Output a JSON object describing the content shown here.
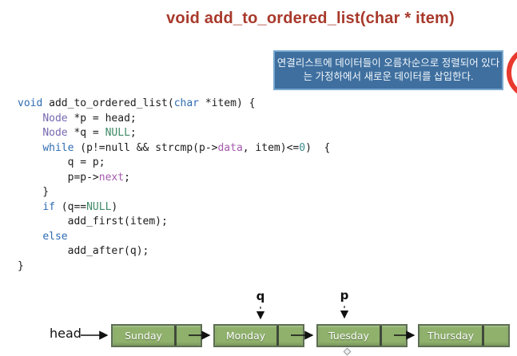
{
  "title": "void add_to_ordered_list(char * item)",
  "note": {
    "line1": "연결리스트에 데이터들이 오름차순으로 정렬되어 있다",
    "line2": "는 가정하에서 새로운 데이터를 삽입한다."
  },
  "colors": {
    "title_red": "#a8392b",
    "note_bg": "#3e6f9f",
    "note_border": "#79a9d0",
    "node_green": "#8fb16c",
    "keyword_blue": "#2f6cb3",
    "type_purple": "#7668b0",
    "constant_green": "#3f8a68",
    "field_magenta": "#a55bad",
    "number_teal": "#3a8a8a",
    "ellipse_red": "#e8392e"
  },
  "code": {
    "lines": [
      [
        [
          "kw",
          "void"
        ],
        [
          "pl",
          " add_to_ordered_list("
        ],
        [
          "kw",
          "char"
        ],
        [
          "pl",
          " *item) {"
        ]
      ],
      [
        [
          "pl",
          "    "
        ],
        [
          "ty",
          "Node"
        ],
        [
          "pl",
          " *p = head;"
        ]
      ],
      [
        [
          "pl",
          "    "
        ],
        [
          "ty",
          "Node"
        ],
        [
          "pl",
          " *q = "
        ],
        [
          "cn",
          "NULL"
        ],
        [
          "pl",
          ";"
        ]
      ],
      [
        [
          "pl",
          "    "
        ],
        [
          "kw",
          "while"
        ],
        [
          "pl",
          " (p!=null && strcmp(p->"
        ],
        [
          "fl",
          "data"
        ],
        [
          "pl",
          ", item)<="
        ],
        [
          "nm",
          "0"
        ],
        [
          "pl",
          ")  {"
        ]
      ],
      [
        [
          "pl",
          "        q = p;"
        ]
      ],
      [
        [
          "pl",
          "        p=p->"
        ],
        [
          "fl",
          "next"
        ],
        [
          "pl",
          ";"
        ]
      ],
      [
        [
          "pl",
          "    }"
        ]
      ],
      [
        [
          "pl",
          "    "
        ],
        [
          "kw",
          "if"
        ],
        [
          "pl",
          " (q=="
        ],
        [
          "cn",
          "NULL"
        ],
        [
          "pl",
          ")"
        ]
      ],
      [
        [
          "pl",
          "        add_first(item);"
        ]
      ],
      [
        [
          "pl",
          "    "
        ],
        [
          "kw",
          "else"
        ]
      ],
      [
        [
          "pl",
          "        add_after(q);"
        ]
      ],
      [
        [
          "pl",
          "}"
        ]
      ]
    ]
  },
  "diagram": {
    "head_label": "head",
    "q_label": "q",
    "p_label": "p",
    "nodes": [
      {
        "label": "Sunday"
      },
      {
        "label": "Monday"
      },
      {
        "label": "Tuesday"
      },
      {
        "label": "Thursday"
      }
    ]
  }
}
